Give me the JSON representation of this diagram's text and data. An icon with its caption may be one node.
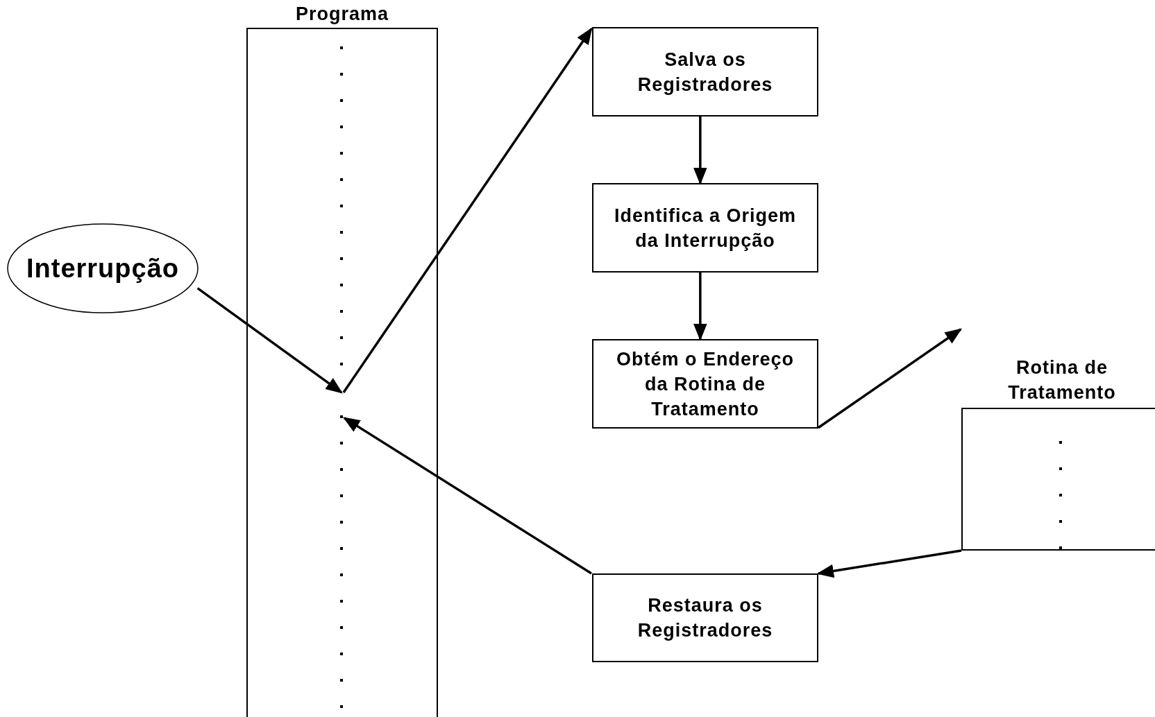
{
  "diagram": {
    "nodes": [
      {
        "text": [
          "Programa"
        ]
      },
      {
        "text": [
          "Interrupção"
        ]
      },
      {
        "text": [
          "Salva os Registradores"
        ]
      },
      {
        "text": [
          "Identifica a Origem da Interrupção"
        ]
      },
      {
        "text": [
          "Obtém o Endereço da Rotina de Tratamento"
        ]
      },
      {
        "text": [
          "Rotina de Tratamento"
        ]
      },
      {
        "text": [
          "Restaura os Registradores"
        ]
      }
    ],
    "edges": [
      {
        "from": 1,
        "to": 0,
        "arrow": "to"
      },
      {
        "from": 0,
        "to": 2,
        "arrow": "to"
      },
      {
        "from": 2,
        "to": 3,
        "arrow": "to"
      },
      {
        "from": 3,
        "to": 4,
        "arrow": "to"
      },
      {
        "from": 4,
        "to": null,
        "arrow": "to"
      },
      {
        "from": 5,
        "to": 6,
        "arrow": "to"
      },
      {
        "from": 6,
        "to": 0,
        "arrow": "to"
      }
    ]
  }
}
